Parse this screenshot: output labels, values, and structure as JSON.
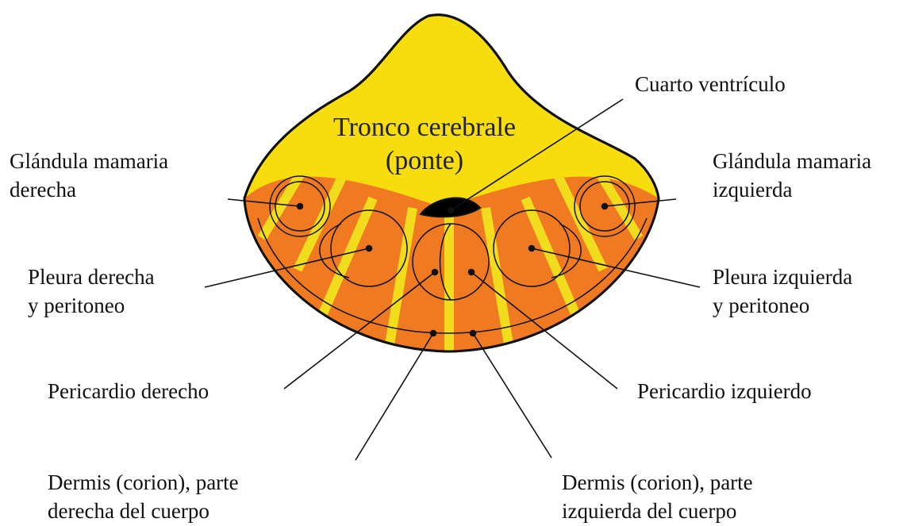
{
  "colors": {
    "brainstem": "#F7DD0E",
    "dermatome_band": "#F07A22",
    "stripe": "#F2DC1E",
    "ventricle": "#000000",
    "outline": "#111111"
  },
  "center": {
    "line1": "Tronco cerebrale",
    "line2": "(ponte)"
  },
  "labels": {
    "cuarto_ventriculo": "Cuarto ventrículo",
    "glandula_derecha": {
      "line1": "Glándula mamaria",
      "line2": "derecha"
    },
    "glandula_izquierda": {
      "line1": "Glándula mamaria",
      "line2": "izquierda"
    },
    "pleura_derecha": {
      "line1": "Pleura derecha",
      "line2": "y peritoneo"
    },
    "pleura_izquierda": {
      "line1": "Pleura izquierda",
      "line2": "y peritoneo"
    },
    "pericardio_derecho": "Pericardio derecho",
    "pericardio_izquierdo": "Pericardio izquierdo",
    "dermis_derecha": {
      "line1": "Dermis (corion), parte",
      "line2": "derecha del cuerpo"
    },
    "dermis_izquierda": {
      "line1": "Dermis (corion), parte",
      "line2": "izquierda del cuerpo"
    }
  }
}
